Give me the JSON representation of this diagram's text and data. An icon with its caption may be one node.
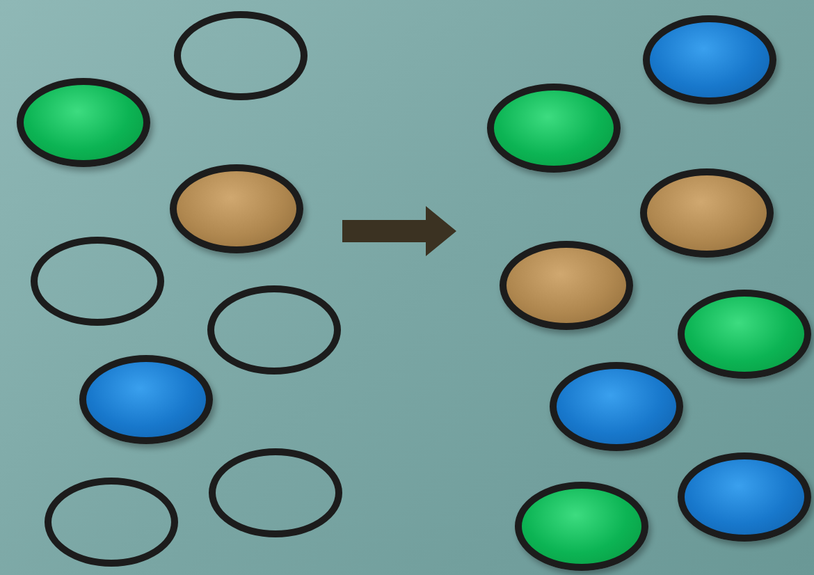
{
  "diagram": {
    "nodes": [
      {
        "text": [],
        "shape": "ellipse"
      },
      {
        "text": [],
        "shape": "ellipse"
      },
      {
        "text": [],
        "shape": "ellipse"
      },
      {
        "text": [],
        "shape": "ellipse"
      },
      {
        "text": [],
        "shape": "ellipse"
      },
      {
        "text": [],
        "shape": "ellipse"
      },
      {
        "text": [],
        "shape": "ellipse"
      },
      {
        "text": [],
        "shape": "ellipse"
      },
      {
        "text": [],
        "shape": "ellipse"
      },
      {
        "text": [],
        "shape": "ellipse"
      },
      {
        "text": [],
        "shape": "ellipse"
      },
      {
        "text": [],
        "shape": "ellipse"
      },
      {
        "text": [],
        "shape": "ellipse"
      },
      {
        "text": [],
        "shape": "ellipse"
      },
      {
        "text": [],
        "shape": "ellipse"
      },
      {
        "text": [],
        "shape": "ellipse"
      }
    ]
  }
}
